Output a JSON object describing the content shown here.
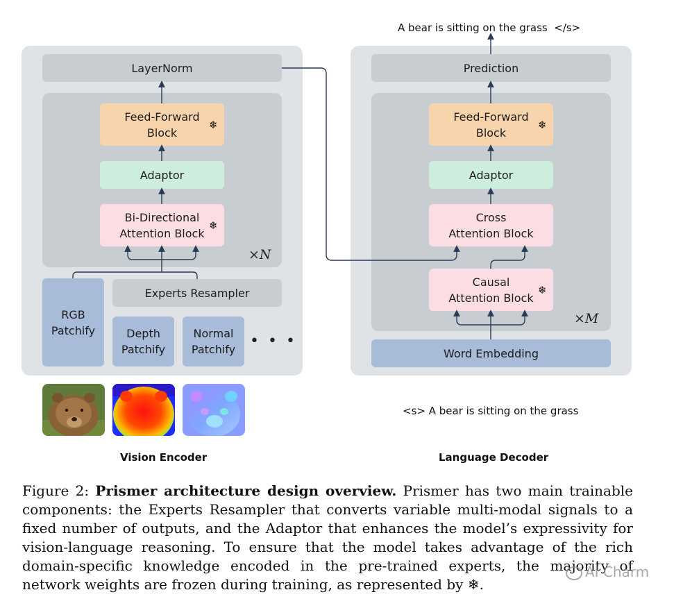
{
  "encoder": {
    "title": "Vision Encoder",
    "layernorm": "LayerNorm",
    "ffn": "Feed-Forward\nBlock",
    "adaptor": "Adaptor",
    "attention": "Bi-Directional\nAttention Block",
    "repeat": "×",
    "repeat_var": "N",
    "resampler": "Experts Resampler",
    "rgb": "RGB\nPatchify",
    "depth": "Depth\nPatchify",
    "normal": "Normal\nPatchify",
    "ellipsis": "• • •"
  },
  "decoder": {
    "title": "Language Decoder",
    "output_text": "A bear is sitting on the grass  </s>",
    "prediction": "Prediction",
    "ffn": "Feed-Forward\nBlock",
    "adaptor": "Adaptor",
    "cross": "Cross\nAttention Block",
    "causal": "Causal\nAttention Block",
    "repeat": "×",
    "repeat_var": "M",
    "embedding": "Word Embedding",
    "input_text": "<s> A bear is sitting on the grass"
  },
  "frozen_symbol": "❄",
  "caption": {
    "prefix": "Figure 2: ",
    "bold": "Prismer architecture design overview.",
    "body": " Prismer has two main trainable components: the Experts Resampler that converts variable multi-modal signals to a fixed number of outputs, and the Adaptor that enhances the model’s expressivity for vision-language reasoning. To ensure that the model takes advantage of the rich domain-specific knowledge encoded in the pre-trained experts, the majority of network weights are frozen during training, as represented by ❄."
  },
  "watermark": "AI Charm",
  "colors": {
    "panel": "#dfe3e6",
    "inner": "#c8cdd2",
    "ffn": "#f8d4ad",
    "adaptor": "#cdeedd",
    "attention": "#fbdde3",
    "patchify": "#a8bbd8",
    "arrow": "#2b3a55"
  }
}
